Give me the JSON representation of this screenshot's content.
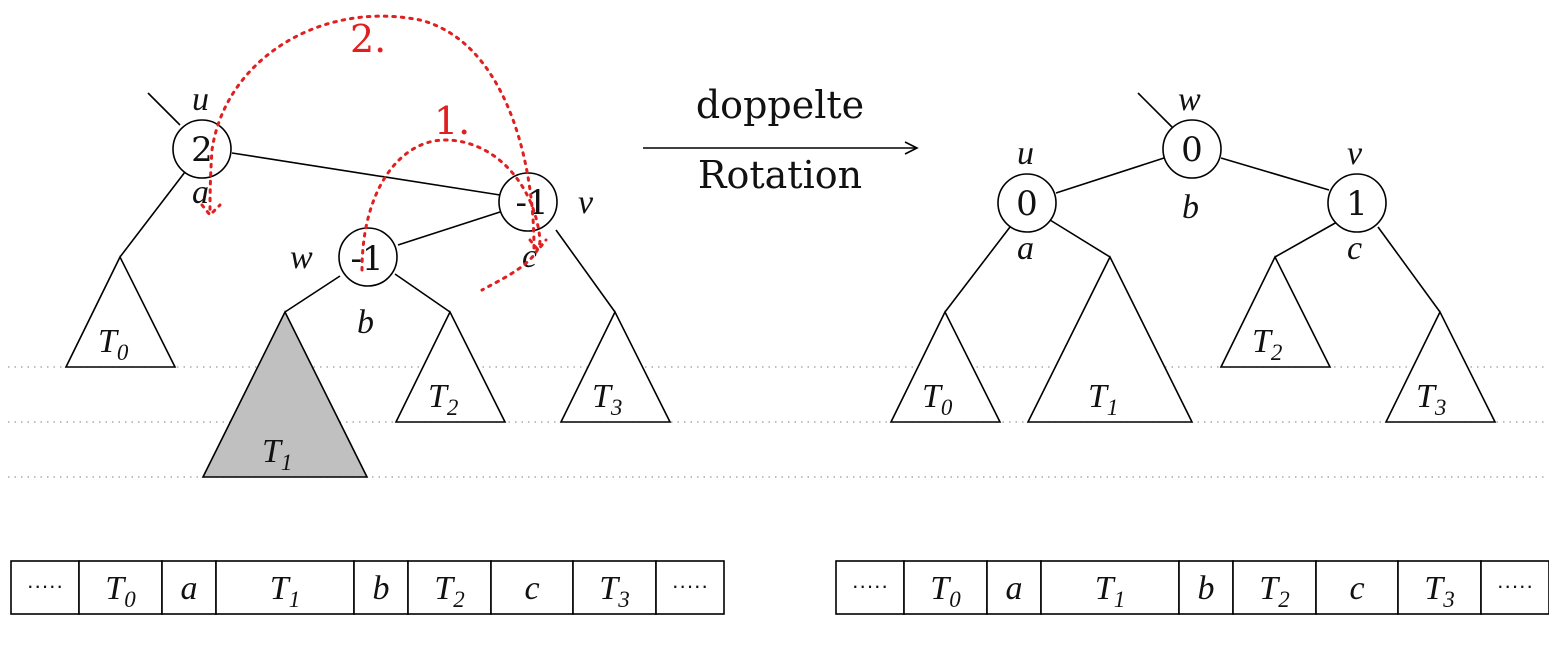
{
  "arrow_label": {
    "line1": "doppelte",
    "line2": "Rotation"
  },
  "steps": {
    "step1": "1.",
    "step2": "2."
  },
  "left_tree": {
    "node_u": {
      "name": "u",
      "balance": "2",
      "key": "a"
    },
    "node_v": {
      "name": "v",
      "balance": "-1",
      "key": "c"
    },
    "node_w": {
      "name": "w",
      "balance": "-1",
      "key": "b"
    },
    "subtrees": {
      "t0": "T",
      "t0_sub": "0",
      "t1": "T",
      "t1_sub": "1",
      "t2": "T",
      "t2_sub": "2",
      "t3": "T",
      "t3_sub": "3"
    }
  },
  "right_tree": {
    "node_w": {
      "name": "w",
      "balance": "0",
      "key": "b"
    },
    "node_u": {
      "name": "u",
      "balance": "0",
      "key": "a"
    },
    "node_v": {
      "name": "v",
      "balance": "1",
      "key": "c"
    },
    "subtrees": {
      "t0": "T",
      "t0_sub": "0",
      "t1": "T",
      "t1_sub": "1",
      "t2": "T",
      "t2_sub": "2",
      "t3": "T",
      "t3_sub": "3"
    }
  },
  "left_sequence": [
    "·····",
    "T0",
    "a",
    "T1",
    "b",
    "T2",
    "c",
    "T3",
    "·····"
  ],
  "right_sequence": [
    "·····",
    "T0",
    "a",
    "T1",
    "b",
    "T2",
    "c",
    "T3",
    "·····"
  ]
}
